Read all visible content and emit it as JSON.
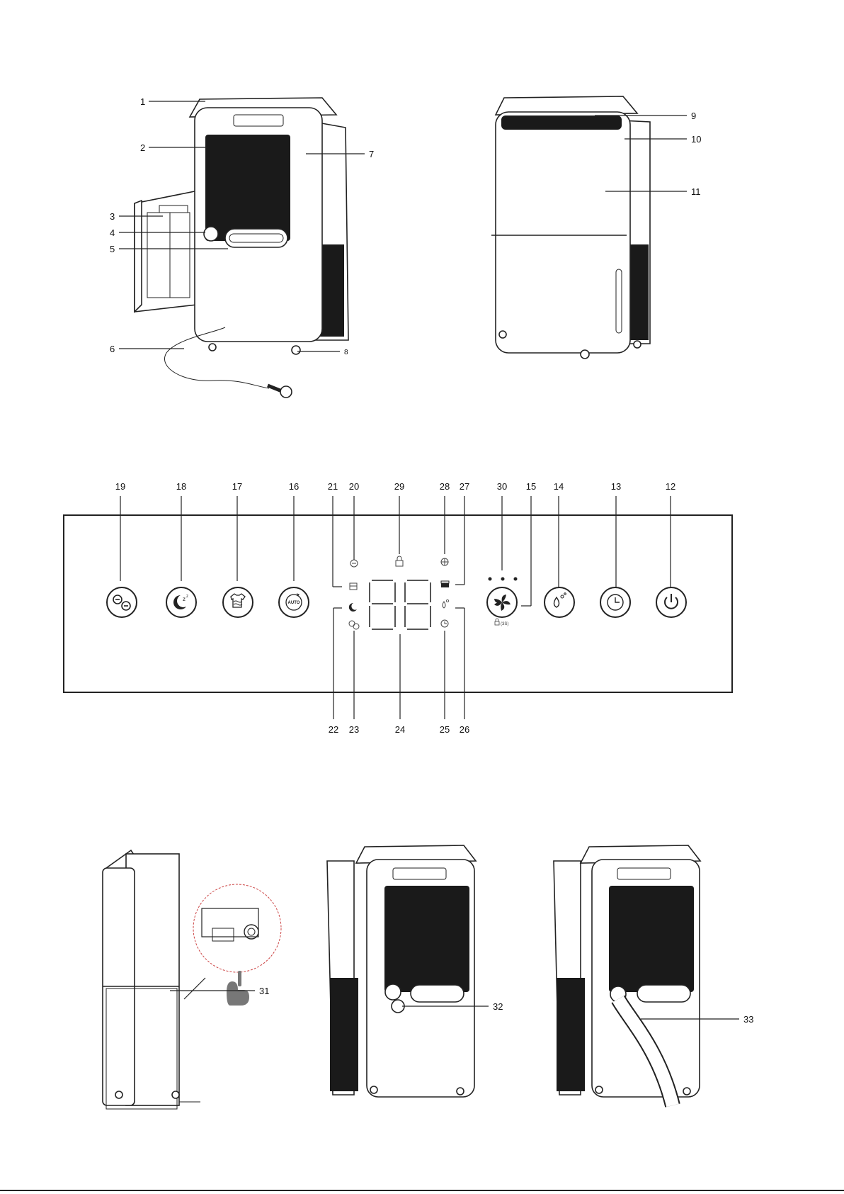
{
  "figure_a_front_back": {
    "callouts_left": [
      "1",
      "2",
      "3",
      "4",
      "5",
      "6",
      "7",
      "8"
    ],
    "callouts_right": [
      "9",
      "10",
      "11"
    ]
  },
  "figure_b_control_panel": {
    "top_callouts": [
      "19",
      "18",
      "17",
      "16",
      "21",
      "20",
      "29",
      "28",
      "27",
      "30",
      "15",
      "14",
      "13",
      "12"
    ],
    "bottom_callouts": [
      "22",
      "23",
      "24",
      "25",
      "26"
    ],
    "buttons": [
      {
        "id": "19",
        "icon": "ion-icon"
      },
      {
        "id": "18",
        "icon": "sleep-icon"
      },
      {
        "id": "17",
        "icon": "laundry-dry-icon"
      },
      {
        "id": "16",
        "icon": "auto-icon",
        "text": "AUTO"
      },
      {
        "id": "15",
        "icon": "fan-icon",
        "sublabel": "(3S)"
      },
      {
        "id": "14",
        "icon": "humidity-icon"
      },
      {
        "id": "13",
        "icon": "timer-icon"
      },
      {
        "id": "12",
        "icon": "power-icon"
      }
    ],
    "display_digits": "88"
  },
  "figure_c_drainage": {
    "callouts": [
      "31",
      "32",
      "33"
    ]
  }
}
